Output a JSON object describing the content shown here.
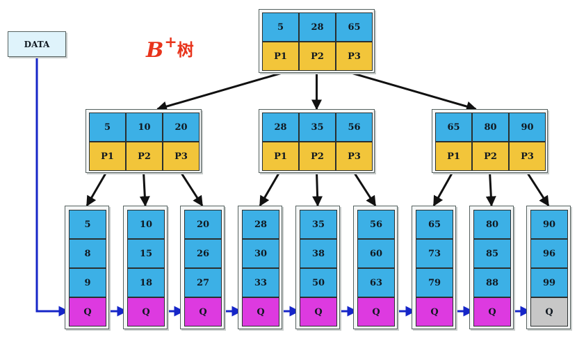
{
  "title": {
    "main": "B",
    "sup": "+",
    "suffix": "树"
  },
  "data_label": "DATA",
  "colors": {
    "key_cell": "#3cb0e6",
    "pointer_cell": "#f2c53a",
    "q_cell": "#dd3ae0",
    "q_cell_last": "#c7c7c7",
    "arrow": "#111111",
    "leaf_link": "#1626c8",
    "title": "#e8341c"
  },
  "root": {
    "keys": [
      "5",
      "28",
      "65"
    ],
    "pointers": [
      "P1",
      "P2",
      "P3"
    ]
  },
  "internal": [
    {
      "keys": [
        "5",
        "10",
        "20"
      ],
      "pointers": [
        "P1",
        "P2",
        "P3"
      ]
    },
    {
      "keys": [
        "28",
        "35",
        "56"
      ],
      "pointers": [
        "P1",
        "P2",
        "P3"
      ]
    },
    {
      "keys": [
        "65",
        "80",
        "90"
      ],
      "pointers": [
        "P1",
        "P2",
        "P3"
      ]
    }
  ],
  "leaves": [
    {
      "keys": [
        "5",
        "8",
        "9"
      ],
      "q": "Q"
    },
    {
      "keys": [
        "10",
        "15",
        "18"
      ],
      "q": "Q"
    },
    {
      "keys": [
        "20",
        "26",
        "27"
      ],
      "q": "Q"
    },
    {
      "keys": [
        "28",
        "30",
        "33"
      ],
      "q": "Q"
    },
    {
      "keys": [
        "35",
        "38",
        "50"
      ],
      "q": "Q"
    },
    {
      "keys": [
        "56",
        "60",
        "63"
      ],
      "q": "Q"
    },
    {
      "keys": [
        "65",
        "73",
        "79"
      ],
      "q": "Q"
    },
    {
      "keys": [
        "80",
        "85",
        "88"
      ],
      "q": "Q"
    },
    {
      "keys": [
        "90",
        "96",
        "99"
      ],
      "q": "Q"
    }
  ]
}
